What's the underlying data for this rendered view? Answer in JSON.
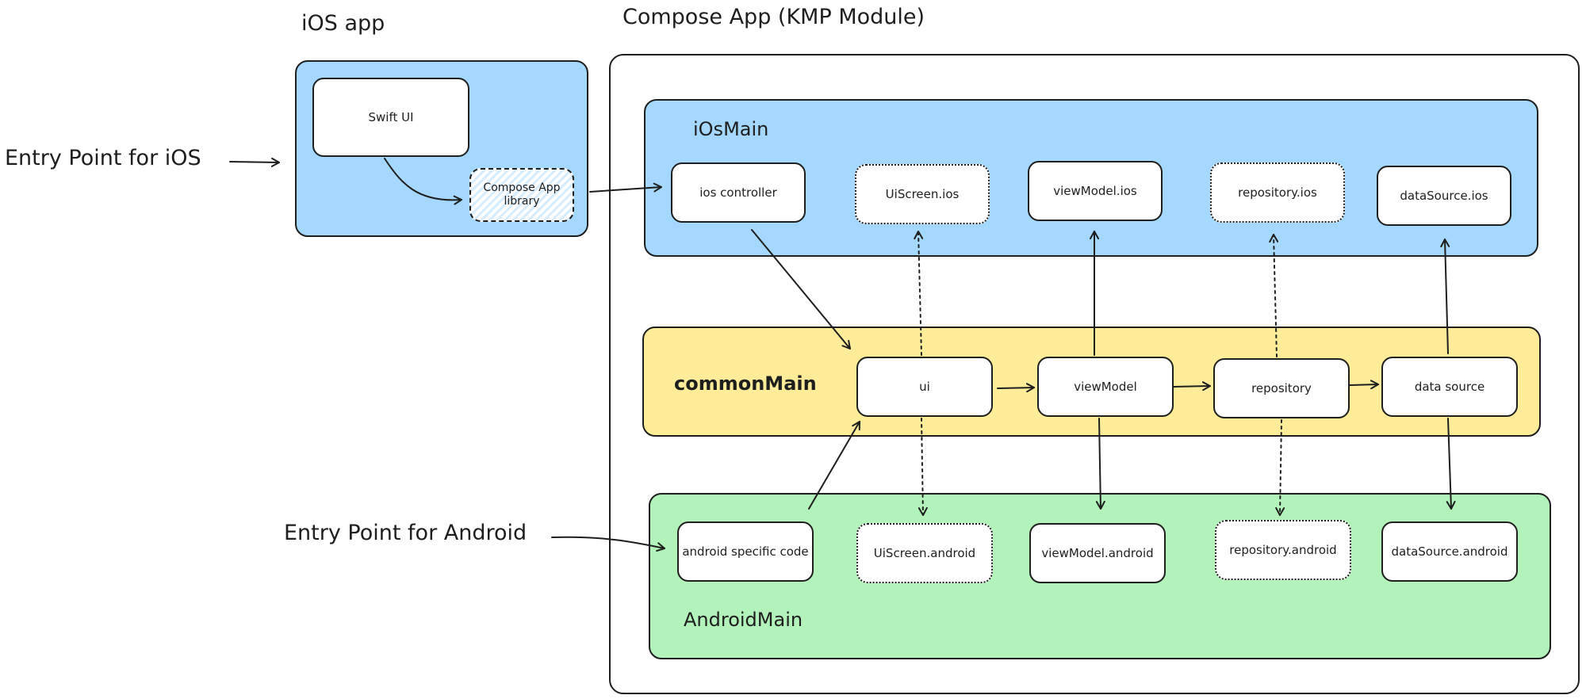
{
  "titles": {
    "ios_app": "iOS app",
    "compose_app": "Compose App (KMP Module)"
  },
  "entry_points": {
    "ios": "Entry Point for iOS",
    "android": "Entry Point for Android"
  },
  "ios_app_box": {
    "swift_ui": "Swift UI",
    "compose_library": "Compose App library"
  },
  "sections": {
    "ios_main": {
      "label": "iOsMain",
      "nodes": [
        "ios controller",
        "UiScreen.ios",
        "viewModel.ios",
        "repository.ios",
        "dataSource.ios"
      ]
    },
    "common_main": {
      "label": "commonMain",
      "nodes": [
        "ui",
        "viewModel",
        "repository",
        "data source"
      ]
    },
    "android_main": {
      "label": "AndroidMain",
      "nodes": [
        "android specific code",
        "UiScreen.android",
        "viewModel.android",
        "repository.android",
        "dataSource.android"
      ]
    }
  },
  "colors": {
    "ios_fill": "#a5d8ff",
    "common_fill": "#ffec99",
    "android_fill": "#b2f2bb",
    "stroke": "#1e1e1e"
  }
}
